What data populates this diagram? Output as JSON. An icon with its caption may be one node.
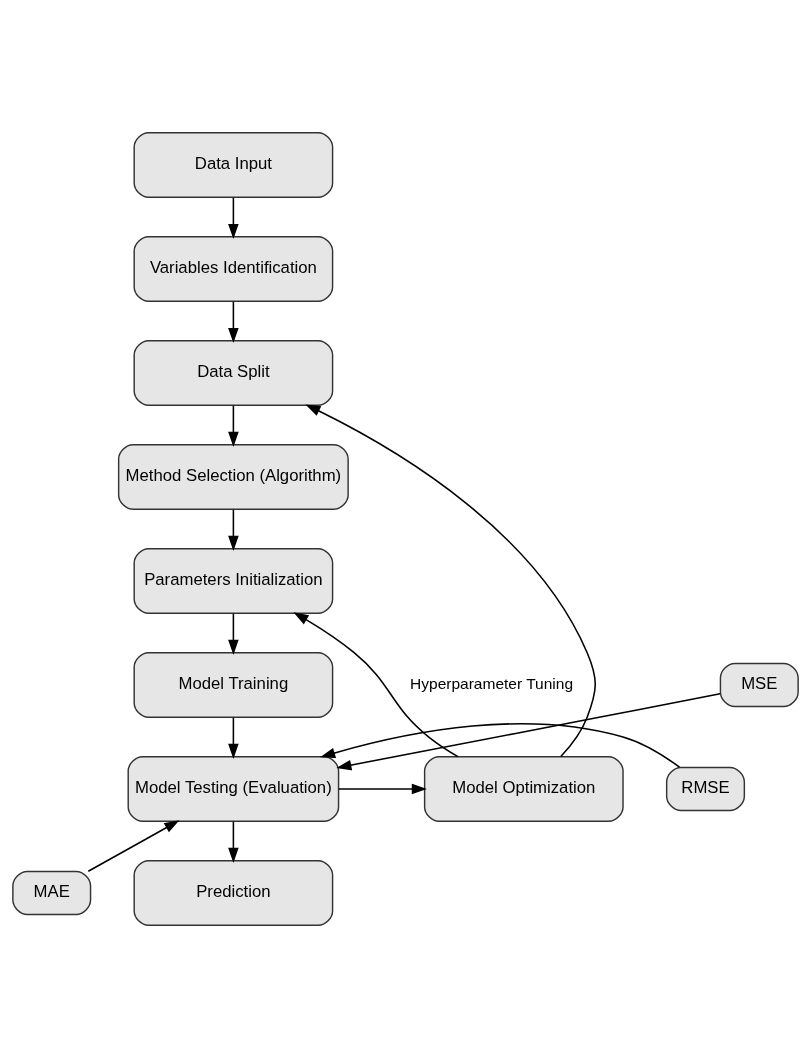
{
  "diagram": {
    "nodes": [
      {
        "text": [
          "Data Input"
        ]
      },
      {
        "text": [
          "Variables Identification"
        ]
      },
      {
        "text": [
          "Data Split"
        ]
      },
      {
        "text": [
          "Method Selection (Algorithm)"
        ]
      },
      {
        "text": [
          "Parameters Initialization"
        ]
      },
      {
        "text": [
          "Model Training"
        ]
      },
      {
        "text": [
          "MSE"
        ]
      },
      {
        "text": [
          "RMSE"
        ]
      },
      {
        "text": [
          "MAE"
        ]
      },
      {
        "text": [
          "Model Testing (Evaluation)"
        ]
      },
      {
        "text": [
          "Model Optimization"
        ]
      },
      {
        "text": [
          "Prediction"
        ]
      }
    ],
    "edges": [
      {
        "from": 0,
        "to": 1,
        "arrow": "to"
      },
      {
        "from": 1,
        "to": 2,
        "arrow": "to"
      },
      {
        "from": 2,
        "to": 3,
        "arrow": "to"
      },
      {
        "from": 3,
        "to": 4,
        "arrow": "to"
      },
      {
        "from": 4,
        "to": 5,
        "arrow": "to"
      },
      {
        "from": 5,
        "to": 9,
        "arrow": "to"
      },
      {
        "from": 6,
        "to": 9,
        "arrow": "to"
      },
      {
        "from": 7,
        "to": 9,
        "arrow": "to"
      },
      {
        "from": 8,
        "to": 9,
        "arrow": "to"
      },
      {
        "from": 9,
        "to": 10,
        "arrow": "to"
      },
      {
        "from": 10,
        "to": 2,
        "arrow": "to"
      },
      {
        "from": 10,
        "to": 4,
        "arrow": "to",
        "label": "Hyperparameter Tuning"
      },
      {
        "from": 9,
        "to": 11,
        "arrow": "to"
      }
    ]
  }
}
